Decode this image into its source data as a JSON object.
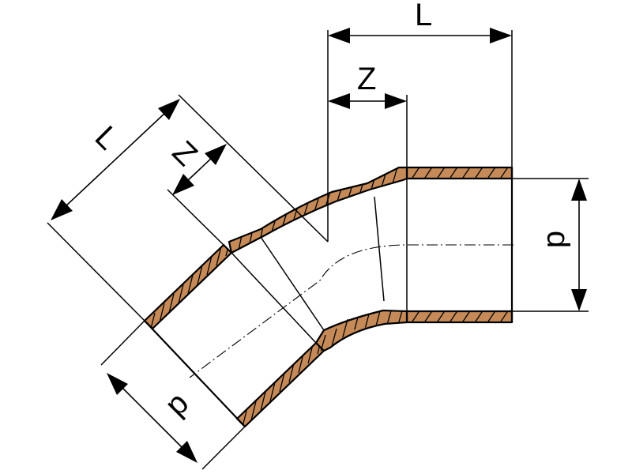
{
  "labels": {
    "top_length": "L",
    "top_insertion": "Z",
    "right_diameter": "d",
    "left_length": "L",
    "left_insertion": "Z",
    "bottom_diameter": "d"
  },
  "colors": {
    "wall": "#c58a57",
    "line": "#000000"
  }
}
